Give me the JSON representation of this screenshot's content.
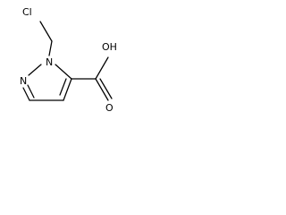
{
  "molecule": {
    "atoms": {
      "chlorine": "Cl",
      "ring_nitrogen_1": "N",
      "ring_nitrogen_2": "N",
      "hydroxyl": "OH",
      "carbonyl_oxygen": "O"
    },
    "colors": {
      "bond": "#000000",
      "label": "#000000",
      "background": "#ffffff"
    }
  }
}
